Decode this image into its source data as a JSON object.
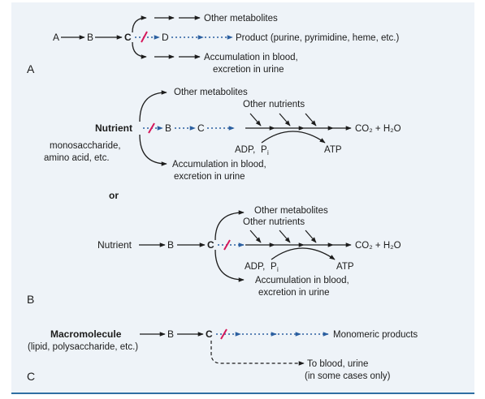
{
  "colors": {
    "arrow": "#1c1c1c",
    "dotted_arrow": "#2b5fa0",
    "block": "#d6175a",
    "background": "#eef3f8",
    "border": "#2f6fa3"
  },
  "panel_a": {
    "label": "A",
    "chain_a": "A",
    "chain_b": "B",
    "chain_c": "C",
    "chain_d": "D",
    "top_branch": "Other metabolites",
    "product": "Product (purine, pyrimidine, heme, etc.)",
    "accum_line1": "Accumulation in blood,",
    "accum_line2": "excretion in urine"
  },
  "panel_b": {
    "label": "B",
    "top": {
      "other_metabolites": "Other metabolites",
      "other_nutrients": "Other nutrients",
      "nutrient": "Nutrient",
      "nutrient_desc1": "monosaccharide,",
      "nutrient_desc2": "amino acid, etc.",
      "chain_b": "B",
      "chain_c": "C",
      "end_product": "CO₂ + H₂O",
      "adp": "ADP,",
      "pi": "P",
      "pi_sub": "i",
      "atp": "ATP",
      "accum_line1": "Accumulation in blood,",
      "accum_line2": "excretion in urine"
    },
    "or": "or",
    "bottom": {
      "other_metabolites": "Other metabolites",
      "other_nutrients": "Other nutrients",
      "nutrient": "Nutrient",
      "chain_b": "B",
      "chain_c": "C",
      "end_product": "CO₂ + H₂O",
      "adp": "ADP,",
      "pi": "P",
      "pi_sub": "i",
      "atp": "ATP",
      "accum_line1": "Accumulation in blood,",
      "accum_line2": "excretion in urine"
    }
  },
  "panel_c": {
    "label": "C",
    "macromolecule": "Macromolecule",
    "macro_desc": "(lipid, polysaccharide, etc.)",
    "chain_b": "B",
    "chain_c": "C",
    "monomeric": "Monomeric products",
    "to_blood": "To blood, urine",
    "some_cases": "(in some cases only)"
  }
}
